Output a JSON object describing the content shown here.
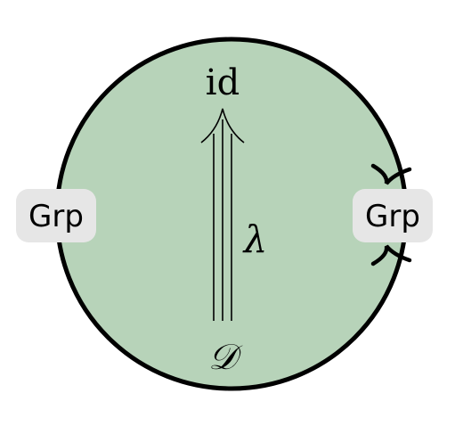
{
  "diagram": {
    "left_node": "Grp",
    "right_node": "Grp",
    "top_label": "id",
    "bottom_label": "𝒟",
    "modification_label": "λ",
    "colors": {
      "region_fill": "#b7d3b9",
      "stroke": "#000000",
      "node_fill": "#e6e6e6",
      "background": "#ffffff"
    }
  }
}
